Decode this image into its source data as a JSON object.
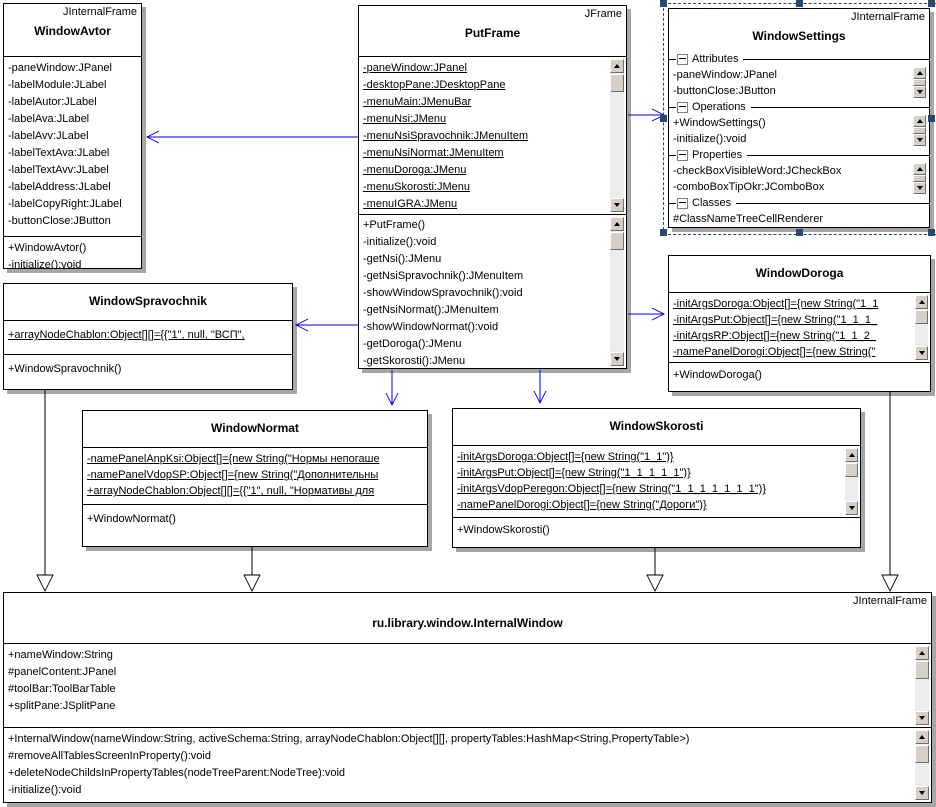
{
  "colors": {
    "connector_blue": "#0000cc",
    "box_border": "#000000",
    "box_shadow": "#a6a6a6",
    "selection": "#29486b"
  },
  "boxes": {
    "windowAvtor": {
      "stereotype": "JInternalFrame",
      "name": "WindowAvtor",
      "attributes": [
        "-paneWindow:JPanel",
        "-labelModule:JLabel",
        "-labelAutor:JLabel",
        "-labelAva:JLabel",
        "-labelAvv:JLabel",
        "-labelTextAva:JLabel",
        "-labelTextAvv:JLabel",
        "-labelAddress:JLabel",
        "-labelCopyRight:JLabel",
        "-buttonClose:JButton"
      ],
      "operations": [
        "+WindowAvtor()",
        "-initialize():void"
      ]
    },
    "putFrame": {
      "stereotype": "JFrame",
      "name": "PutFrame",
      "attributes": [
        "-paneWindow:JPanel",
        "-desktopPane:JDesktopPane",
        "-menuMain:JMenuBar",
        "-menuNsi:JMenu",
        "-menuNsiSpravochnik:JMenuItem",
        "-menuNsiNormat:JMenuItem",
        "-menuDoroga:JMenu",
        "-menuSkorosti:JMenu",
        "-menuIGRA:JMenu"
      ],
      "operations": [
        "+PutFrame()",
        "-initialize():void",
        "-getNsi():JMenu",
        "-getNsiSpravochnik():JMenuItem",
        "-showWindowSpravochnik():void",
        "-getNsiNormat():JMenuItem",
        "-showWindowNormat():void",
        "-getDoroga():JMenu",
        "-getSkorosti():JMenu"
      ]
    },
    "windowSettings": {
      "stereotype": "JInternalFrame",
      "name": "WindowSettings",
      "sections": [
        {
          "label": "Attributes",
          "rows": [
            "-paneWindow:JPanel",
            "-buttonClose:JButton"
          ]
        },
        {
          "label": "Operations",
          "rows": [
            "+WindowSettings()",
            "-initialize():void"
          ]
        },
        {
          "label": "Properties",
          "rows": [
            "-checkBoxVisibleWord:JCheckBox",
            "-comboBoxTipOkr:JComboBox"
          ]
        },
        {
          "label": "Classes",
          "rows": [
            "#ClassNameTreeCellRenderer"
          ]
        }
      ]
    },
    "windowSpravochnik": {
      "name": "WindowSpravochnik",
      "attributes": [
        "+arrayNodeChablon:Object[][]={{\"1\", null, \"ВСП\","
      ],
      "operations": [
        "+WindowSpravochnik()"
      ]
    },
    "windowDoroga": {
      "name": "WindowDoroga",
      "attributes": [
        "-initArgsDoroga:Object[]={new String(\"1_1",
        "-initArgsPut:Object[]={new String(\"1_1_1_",
        "-initArgsRP:Object[]={new String(\"1_1_2_",
        "-namePanelDorogi:Object[]={new String(\""
      ],
      "operations": [
        "+WindowDoroga()"
      ]
    },
    "windowNormat": {
      "name": "WindowNormat",
      "attributes": [
        "-namePanelAnpKsi:Object[]={new String(\"Нормы непогаше",
        "-namePanelVdopSP:Object[]={new String(\"Дополнительны",
        "+arrayNodeChablon:Object[][]={{\"1\", null, \"Нормативы для"
      ],
      "operations": [
        "+WindowNormat()"
      ]
    },
    "windowSkorosti": {
      "name": "WindowSkorosti",
      "attributes": [
        "-initArgsDoroga:Object[]={new String(\"1_1\")}",
        "-initArgsPut:Object[]={new String(\"1_1_1_1_1\")}",
        "-initArgsVdopPeregon:Object[]={new String(\"1_1_1_1_1_1_1\")}",
        "-namePanelDorogi:Object[]={new String(\"Дороги\")}"
      ],
      "operations": [
        "+WindowSkorosti()"
      ]
    },
    "internalWindow": {
      "stereotype": "JInternalFrame",
      "name": "ru.library.window.InternalWindow",
      "attributes": [
        "+nameWindow:String",
        "#panelContent:JPanel",
        "#toolBar:ToolBarTable",
        "+splitPane:JSplitPane"
      ],
      "operations": [
        "+InternalWindow(nameWindow:String, activeSchema:String, arrayNodeChablon:Object[][], propertyTables:HashMap<String,PropertyTable>)",
        "#removeAllTablesScreenInProperty():void",
        "+deleteNodeChildsInPropertyTables(nodeTreeParent:NodeTree):void",
        "-initialize():void"
      ]
    }
  },
  "connectors": {
    "navigable_associations": [
      {
        "from": "PutFrame",
        "to": "WindowAvtor"
      },
      {
        "from": "PutFrame",
        "to": "WindowSpravochnik"
      },
      {
        "from": "PutFrame",
        "to": "WindowSettings"
      },
      {
        "from": "PutFrame",
        "to": "WindowDoroga"
      },
      {
        "from": "PutFrame",
        "to": "WindowNormat"
      },
      {
        "from": "PutFrame",
        "to": "WindowSkorosti"
      }
    ],
    "generalizations": [
      {
        "from": "WindowSpravochnik",
        "to": "ru.library.window.InternalWindow"
      },
      {
        "from": "WindowNormat",
        "to": "ru.library.window.InternalWindow"
      },
      {
        "from": "WindowSkorosti",
        "to": "ru.library.window.InternalWindow"
      },
      {
        "from": "WindowDoroga",
        "to": "ru.library.window.InternalWindow"
      }
    ]
  }
}
